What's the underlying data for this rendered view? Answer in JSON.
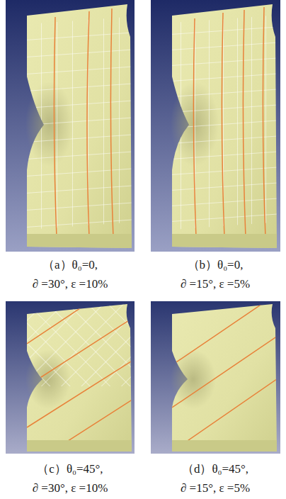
{
  "diagram": {
    "labels": [
      "（a）θ₀=0, ∂ =30°, ε =10%",
      "（b）θ₀=0, ∂ =15°, ε =5%",
      "（c）θ₀=45°, ∂ =30°, ε =10%",
      "（d）θ₀=45°, ∂ =15°, ε =5%"
    ]
  }
}
